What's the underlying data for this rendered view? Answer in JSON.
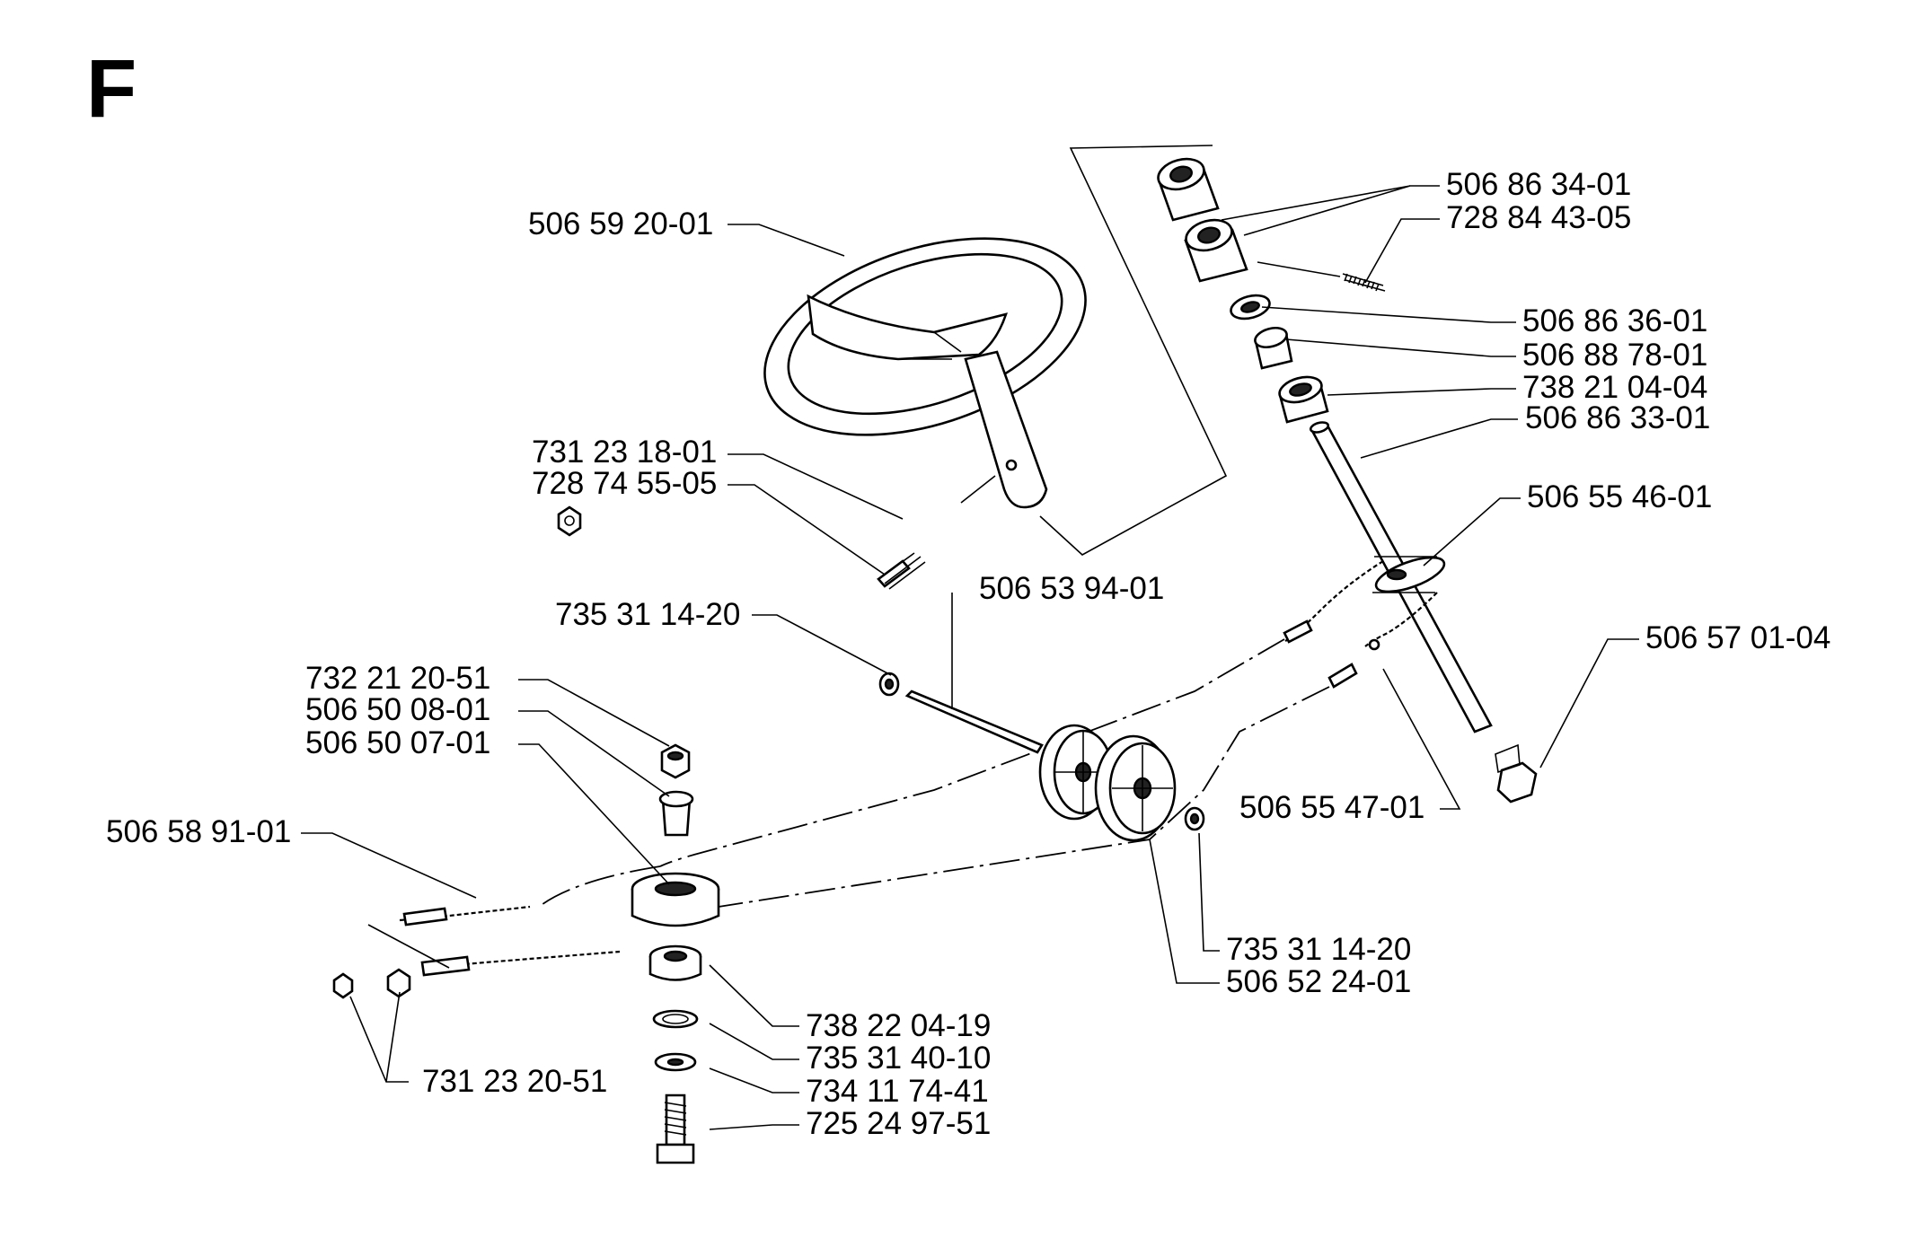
{
  "section_letter": "F",
  "callouts": [
    {
      "id": "c1",
      "label": "506 59 20-01"
    },
    {
      "id": "c2",
      "label": "731 23 18-01"
    },
    {
      "id": "c3",
      "label": "728 74 55-05"
    },
    {
      "id": "c4",
      "label": "735 31 14-20"
    },
    {
      "id": "c5",
      "label": "506 53 94-01"
    },
    {
      "id": "c6",
      "label": "732 21 20-51"
    },
    {
      "id": "c7",
      "label": "506 50 08-01"
    },
    {
      "id": "c8",
      "label": "506 50 07-01"
    },
    {
      "id": "c9",
      "label": "506 58 91-01"
    },
    {
      "id": "c10",
      "label": "731 23 20-51"
    },
    {
      "id": "c11",
      "label": "738 22 04-19"
    },
    {
      "id": "c12",
      "label": "735 31 40-10"
    },
    {
      "id": "c13",
      "label": "734 11 74-41"
    },
    {
      "id": "c14",
      "label": "725 24 97-51"
    },
    {
      "id": "c15",
      "label": "506 86 34-01"
    },
    {
      "id": "c16",
      "label": "728 84 43-05"
    },
    {
      "id": "c17",
      "label": "506 86 36-01"
    },
    {
      "id": "c18",
      "label": "506 88 78-01"
    },
    {
      "id": "c19",
      "label": "738 21 04-04"
    },
    {
      "id": "c20",
      "label": "506 86 33-01"
    },
    {
      "id": "c21",
      "label": "506 55 46-01"
    },
    {
      "id": "c22",
      "label": "506 57 01-04"
    },
    {
      "id": "c23",
      "label": "506 55 47-01"
    },
    {
      "id": "c24",
      "label": "735 31 14-20"
    },
    {
      "id": "c25",
      "label": "506 52 24-01"
    }
  ]
}
